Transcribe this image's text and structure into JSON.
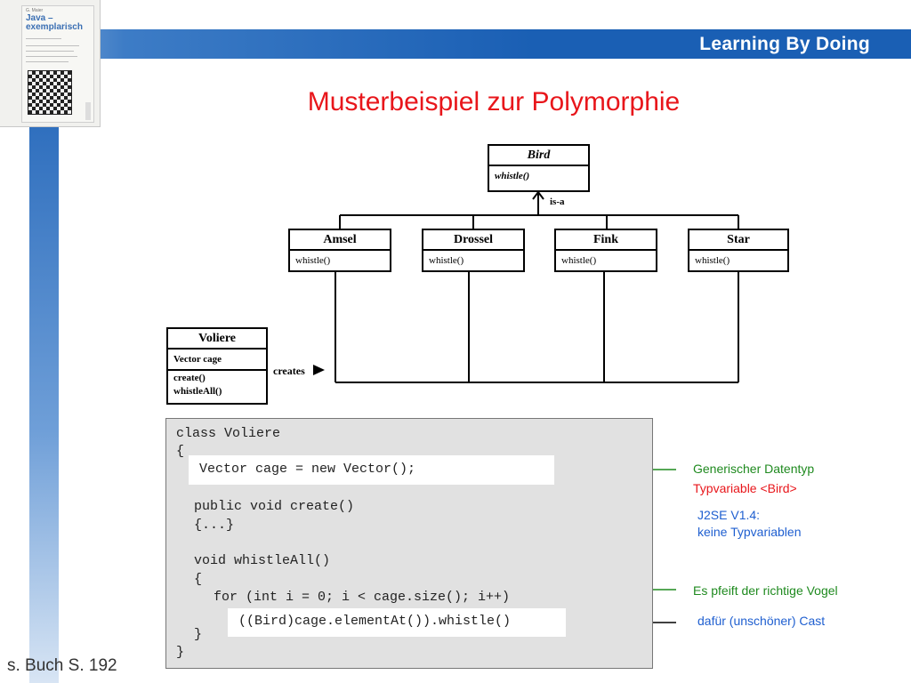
{
  "header": {
    "banner": "Learning By Doing"
  },
  "book": {
    "brand": "G. Maier",
    "title_line1": "Java –",
    "title_line2": "exemplarisch"
  },
  "slide": {
    "title": "Musterbeispiel zur Polymorphie"
  },
  "uml": {
    "bird": {
      "name": "Bird",
      "method": "whistle()"
    },
    "isa_label": "is-a",
    "subclasses": [
      {
        "name": "Amsel",
        "method": "whistle()"
      },
      {
        "name": "Drossel",
        "method": "whistle()"
      },
      {
        "name": "Fink",
        "method": "whistle()"
      },
      {
        "name": "Star",
        "method": "whistle()"
      }
    ],
    "voliere": {
      "name": "Voliere",
      "attribute": "Vector cage",
      "method1": "create()",
      "method2": "whistleAll()"
    },
    "creates_label": "creates"
  },
  "code": {
    "lines": [
      "class Voliere",
      "{",
      "Vector cage = new Vector();",
      "public void create()",
      "{...}",
      "void whistleAll()",
      "{",
      "for (int i = 0; i < cage.size(); i++)",
      "((Bird)cage.elementAt()).whistle()",
      "}",
      "}"
    ]
  },
  "notes": {
    "generic": "Generischer Datentyp",
    "typvariable": "Typvariable <Bird>",
    "j2se": "J2SE V1.4:",
    "no_typvar": "keine Typvariablen",
    "pfeift": "Es pfeift der richtige Vogel",
    "cast": "dafür (unschöner) Cast"
  },
  "footer": {
    "reference": "s. Buch S. 192"
  },
  "colors": {
    "banner": "#1a5fb4",
    "title": "#e8161b",
    "note_blue": "#1f5fd0",
    "note_green": "#1f8a1f",
    "note_red": "#e8161b"
  }
}
